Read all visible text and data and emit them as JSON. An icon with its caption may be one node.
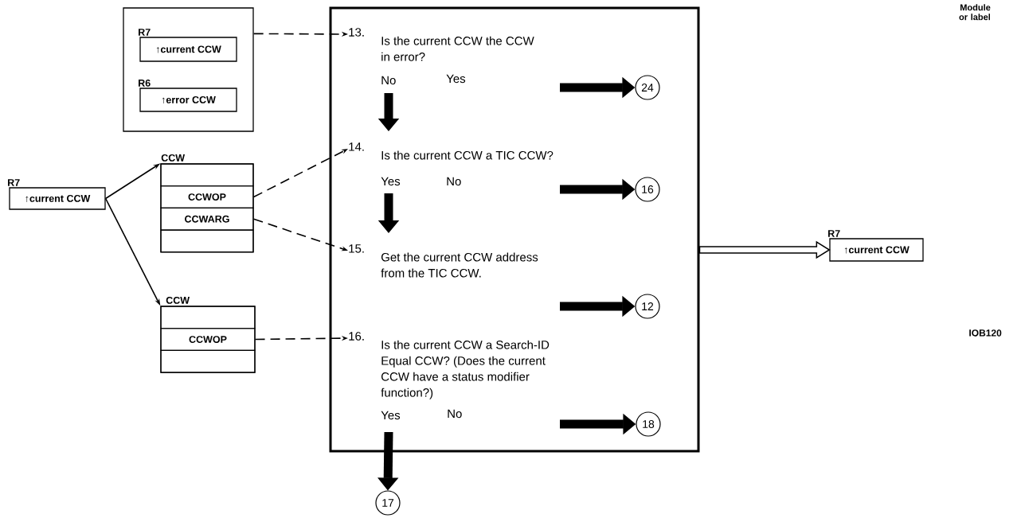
{
  "diagram": {
    "nodes": [
      {
        "text": [],
        "shape": "box"
      },
      {
        "text": [
          "R7",
          "↑current CCW"
        ],
        "in": 0
      },
      {
        "text": [
          "R6",
          "↑error CCW"
        ],
        "in": 0
      },
      {
        "text": [
          "R7",
          "↑current CCW"
        ]
      },
      {
        "text": [
          "CCW"
        ]
      },
      {
        "text": [],
        "shape": "box",
        "in": 4
      },
      {
        "text": [
          "CCWOP"
        ],
        "in": 4
      },
      {
        "text": [
          "CCWARG"
        ],
        "in": 4
      },
      {
        "text": [],
        "shape": "box",
        "in": 4
      },
      {
        "text": [
          "CCW"
        ]
      },
      {
        "text": [],
        "shape": "box",
        "in": 9
      },
      {
        "text": [
          "CCWOP"
        ],
        "in": 9
      },
      {
        "text": [],
        "shape": "box",
        "in": 9
      },
      {
        "text": [],
        "shape": "box"
      },
      {
        "text": [
          "13.",
          "Is the current CCW the CCW in error?"
        ],
        "in": 13
      },
      {
        "text": [
          "14.",
          "Is the current CCW a TIC CCW?"
        ],
        "in": 13
      },
      {
        "text": [
          "15.",
          "Get the current CCW address from the TIC CCW."
        ],
        "in": 13
      },
      {
        "text": [
          "16.",
          "Is the current CCW a Search-ID Equal CCW? (Does the current CCW have a status modifier function?)"
        ],
        "in": 13
      },
      {
        "text": [
          "24"
        ],
        "in": 13
      },
      {
        "text": [
          "16"
        ],
        "in": 13
      },
      {
        "text": [
          "12"
        ],
        "in": 13
      },
      {
        "text": [
          "18"
        ],
        "in": 13
      },
      {
        "text": [
          "17"
        ]
      },
      {
        "text": [
          "R7",
          "↑current CCW"
        ]
      }
    ],
    "edges": [
      {
        "from": 0,
        "to": 14,
        "arrow": "to",
        "style": "dashed"
      },
      {
        "from": 3,
        "to": 4,
        "arrow": "to"
      },
      {
        "from": 3,
        "to": 9,
        "arrow": "to"
      },
      {
        "from": 6,
        "to": 15,
        "arrow": "to",
        "style": "dashed"
      },
      {
        "from": 7,
        "to": 16,
        "arrow": "to",
        "style": "dashed"
      },
      {
        "from": 11,
        "to": 17,
        "arrow": "to",
        "style": "dashed"
      },
      {
        "from": 14,
        "to": 15,
        "arrow": "to"
      },
      {
        "from": null,
        "to": 18,
        "arrow": "to"
      },
      {
        "from": 15,
        "to": 16,
        "arrow": "to"
      },
      {
        "from": null,
        "to": 19,
        "arrow": "to"
      },
      {
        "from": null,
        "to": 20,
        "arrow": "to"
      },
      {
        "from": 17,
        "to": 22,
        "arrow": "to"
      },
      {
        "from": null,
        "to": 21,
        "arrow": "to"
      },
      {
        "from": 13,
        "to": 23,
        "arrow": "to"
      }
    ],
    "labels": [
      "Module or label",
      "No",
      "Yes",
      "Yes",
      "No",
      "IOB120",
      "Yes",
      "No"
    ]
  }
}
